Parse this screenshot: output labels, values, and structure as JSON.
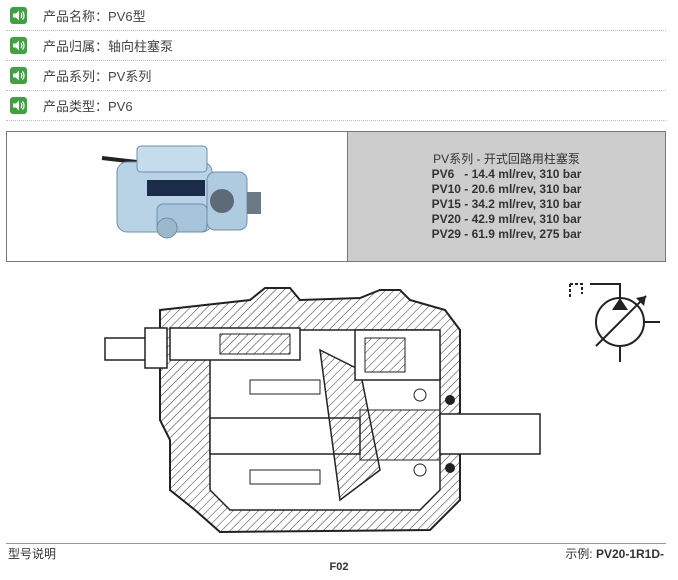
{
  "info": [
    {
      "label": "产品名称：PV6型"
    },
    {
      "label": "产品归属：轴向柱塞泵"
    },
    {
      "label": "产品系列：PV系列"
    },
    {
      "label": "产品类型：PV6"
    }
  ],
  "spec": {
    "heading": "PV系列 - 开式回路用柱塞泵",
    "rows": [
      "PV6   - 14.4 ml/rev, 310 bar",
      "PV10 - 20.6 ml/rev, 310 bar",
      "PV15 - 34.2 ml/rev, 310 bar",
      "PV20 - 42.9 ml/rev, 310 bar",
      "PV29 - 61.9 ml/rev, 275 bar"
    ]
  },
  "footer": {
    "left": "型号说明",
    "right_label": "示例: ",
    "right_value": "PV20-1R1D-",
    "code": "F02"
  },
  "colors": {
    "speaker_green": "#3ea33e",
    "spec_bg": "#cdcdcd"
  },
  "icons": {
    "speaker": "speaker-icon"
  }
}
